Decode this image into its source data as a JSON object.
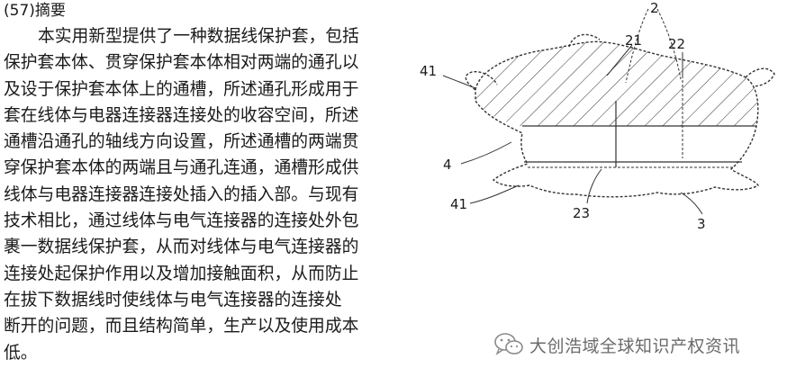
{
  "abstract": {
    "heading": "(57)摘要",
    "lines": [
      "本实用新型提供了一种数据线保护套，包括",
      "保护套本体、贯穿保护套本体相对两端的通孔以",
      "及设于保护套本体上的通槽，所述通孔形成用于",
      "套在线体与电器连接器连接处的收容空间，所述",
      "通槽沿通孔的轴线方向设置，所述通槽的两端贯",
      "穿保护套本体的两端且与通孔连通，通槽形成供",
      "线体与电器连接器连接处插入的插入部。与现有",
      "技术相比，通过线体与电气连接器的连接处外包",
      "裹一数据线保护套，从而对线体与电气连接器的",
      "连接处起保护作用以及增加接触面积，从而防止",
      "在拔下数据线时使线体与电气连接器的连接处",
      "断开的问题，而且结构简单，生产以及使用成本",
      "低。"
    ]
  },
  "figure": {
    "labels": {
      "l2": "2",
      "l21": "21",
      "l22": "22",
      "l41_top": "41",
      "l4": "4",
      "l41_bottom": "41",
      "l23": "23",
      "l3": "3"
    }
  },
  "watermark": {
    "icon": "wechat-icon",
    "text": "大创浩域全球知识产权资讯"
  }
}
